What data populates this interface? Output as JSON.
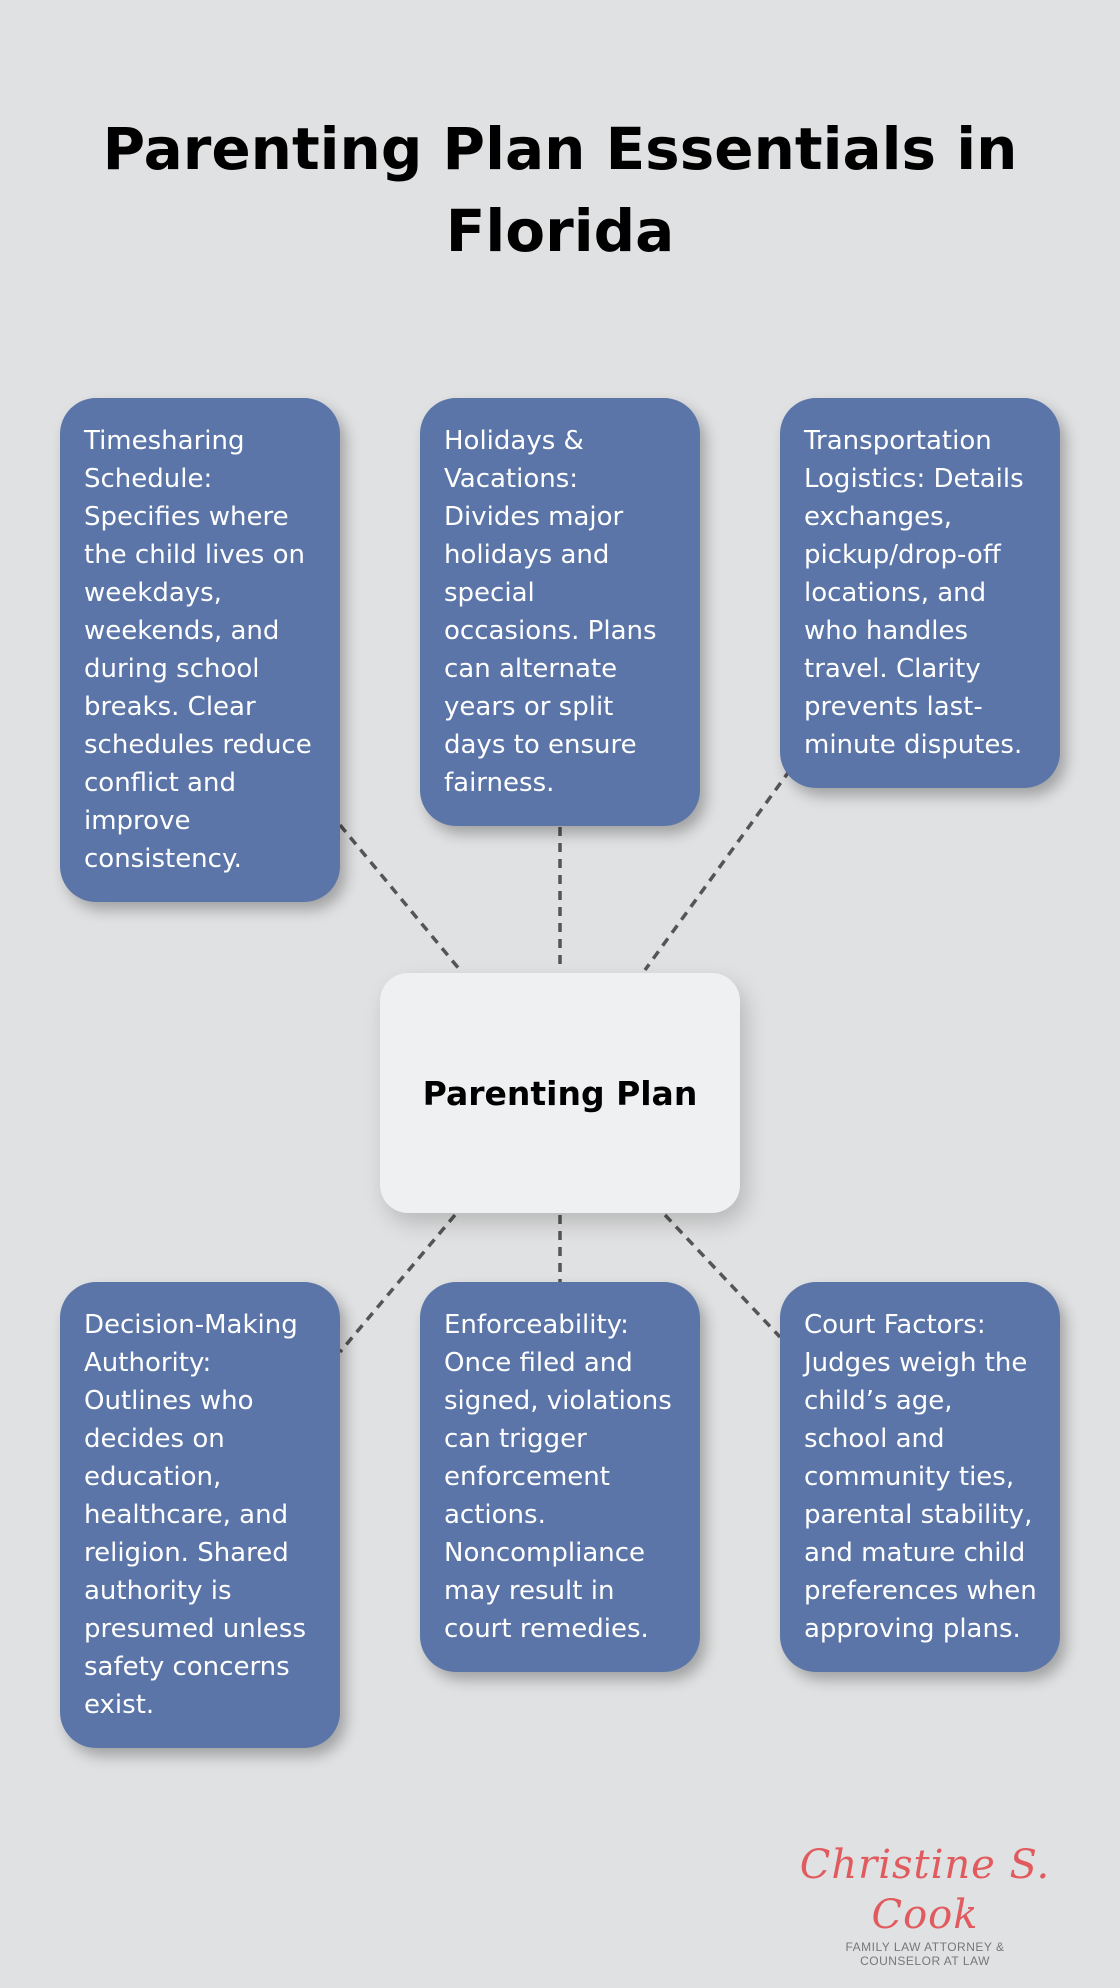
{
  "title": "Parenting Plan Essentials in Florida",
  "center": {
    "label": "Parenting Plan"
  },
  "cards": {
    "timesharing": "Timesharing Schedule: Specifies where the child lives on weekdays, weekends, and during school breaks. Clear schedules reduce conflict and improve consistency.",
    "holidays": "Holidays & Vacations: Divides major holidays and special occasions. Plans can alternate years or split days to ensure fairness.",
    "transportation": "Transportation Logistics: Details exchanges, pickup/drop-off locations, and who handles travel. Clarity prevents last-minute disputes.",
    "decision_making": "Decision-Making Authority: Outlines who decides on education, healthcare, and religion. Shared authority is presumed unless safety concerns exist.",
    "enforceability": "Enforceability: Once filed and signed, violations can trigger enforcement actions. Noncompliance may result in court remedies.",
    "court_factors": "Court Factors: Judges weigh the child’s age, school and community ties, parental stability, and mature child preferences when approving plans."
  },
  "logo": {
    "script": "Christine S. Cook",
    "subtitle_line1": "FAMILY LAW ATTORNEY &",
    "subtitle_line2": "COUNSELOR AT LAW"
  },
  "colors": {
    "background": "#e0e1e2",
    "card": "#5b75a8",
    "center_box": "#eff0f2",
    "connector": "#555555",
    "logo": "#e05a5e"
  }
}
